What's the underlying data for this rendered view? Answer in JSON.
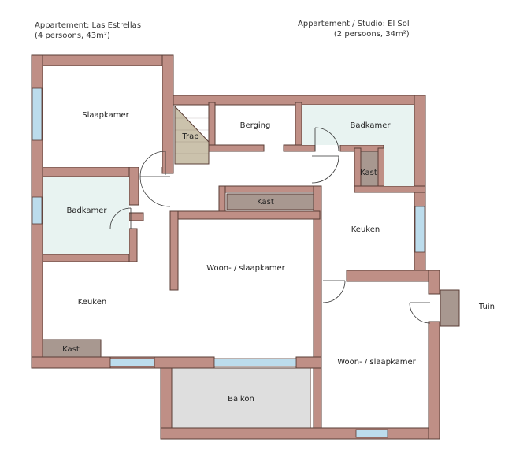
{
  "apartments": {
    "left": {
      "name": "Appartement: Las Estrellas",
      "details": "(4 persoons, 43m²)"
    },
    "right": {
      "name": "Appartement / Studio: El Sol",
      "details": "(2 persoons, 34m²)"
    }
  },
  "rooms": {
    "slaapkamer": "Slaapkamer",
    "trap": "Trap",
    "berging": "Berging",
    "badkamer_right": "Badkamer",
    "kast_right": "Kast",
    "badkamer_left": "Badkamer",
    "kast_corridor": "Kast",
    "keuken_right": "Keuken",
    "woon_left": "Woon- / slaapkamer",
    "keuken_left": "Keuken",
    "tuin": "Tuin",
    "kast_left": "Kast",
    "woon_right": "Woon- / slaapkamer",
    "balkon": "Balkon"
  },
  "colors": {
    "wall": "#bf8f86",
    "wall_outline": "#5a3d36",
    "bath_floor": "#e8f3f1",
    "cabinet": "#a89890",
    "balcony": "#dedede",
    "stairs": "#cbc2ac",
    "window": "#bcdcec"
  }
}
